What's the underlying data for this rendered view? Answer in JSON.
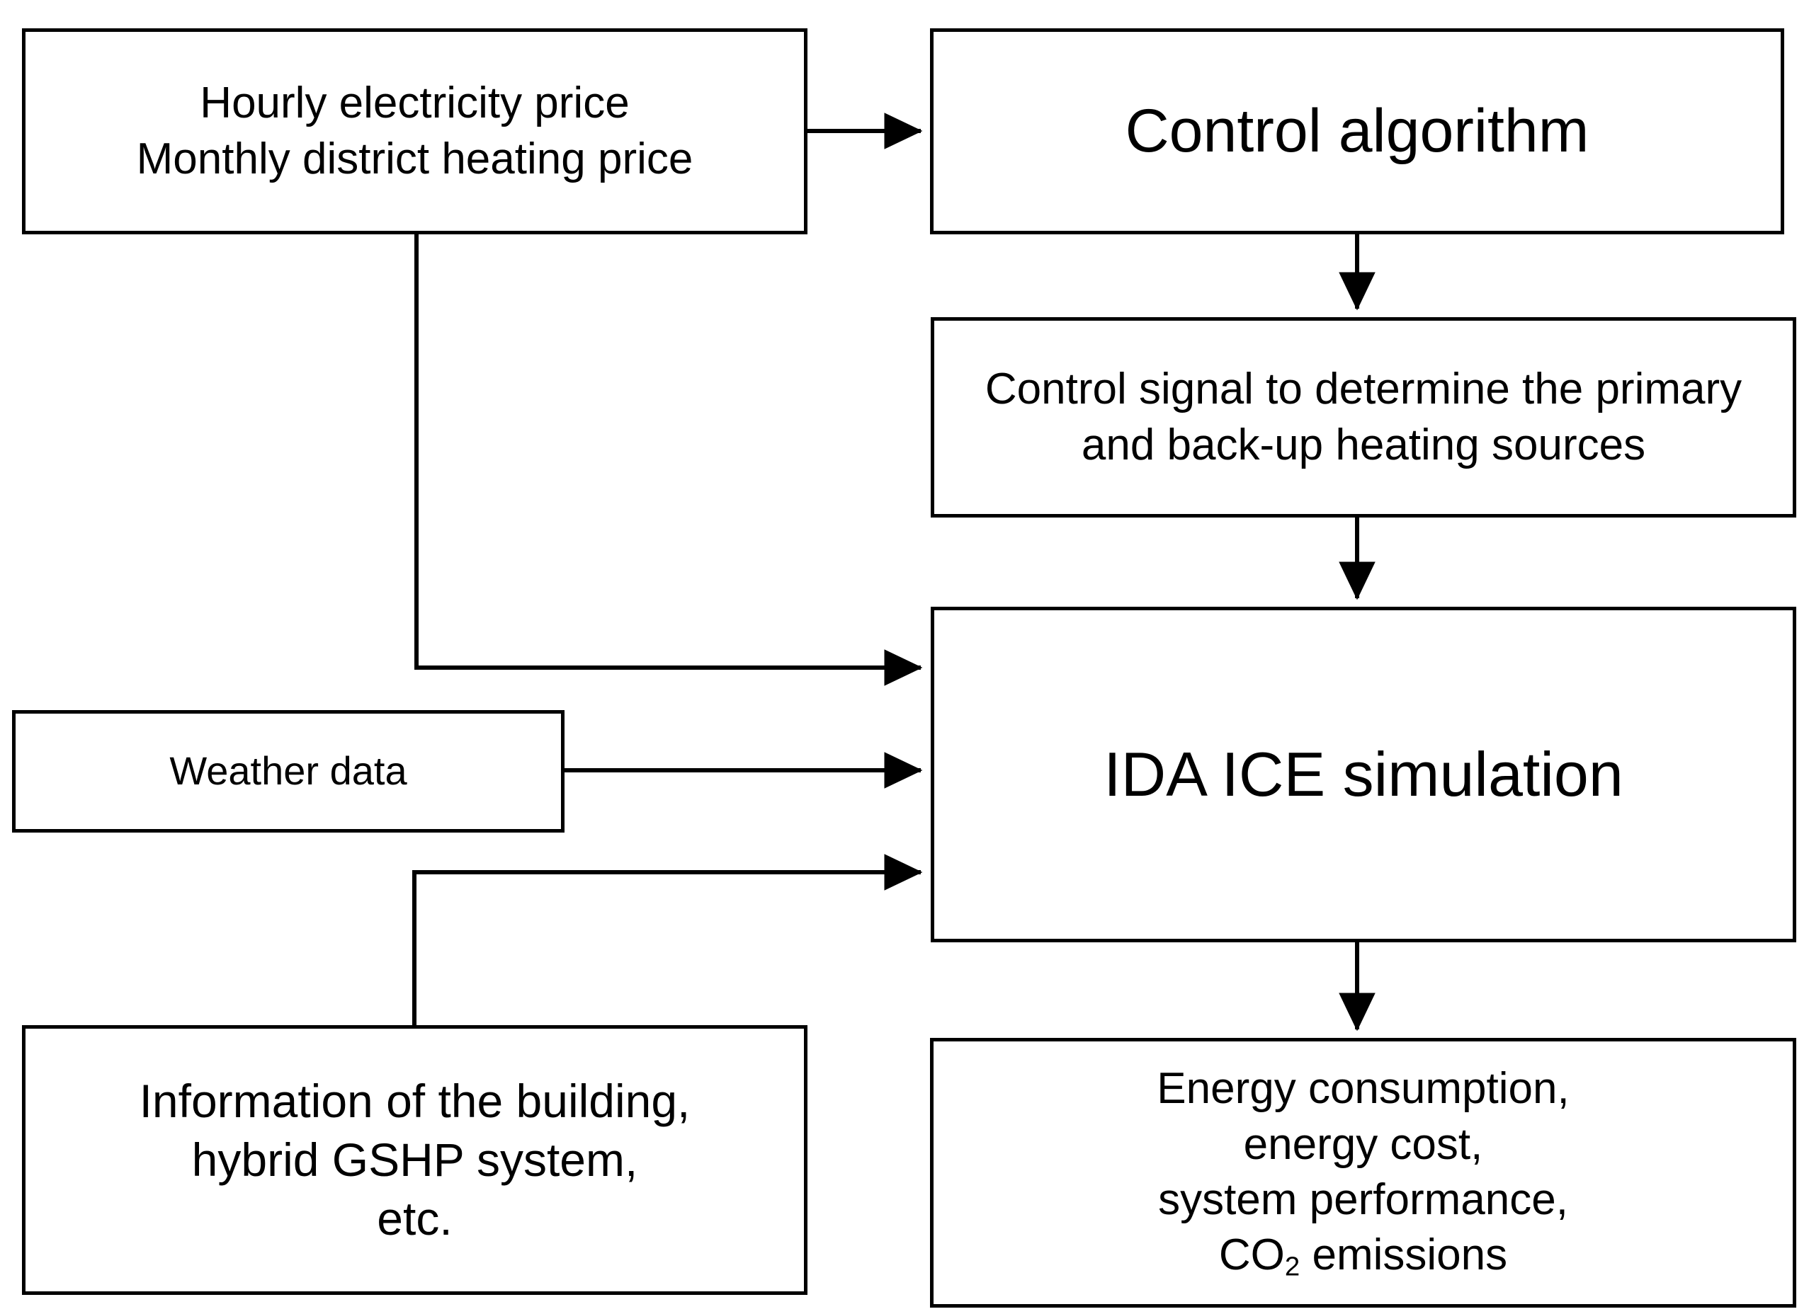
{
  "diagram": {
    "title": "Hybrid GSHP simulation framework flowchart",
    "line_color": "#000000",
    "fill_color": "#ffffff",
    "nodes": {
      "price": {
        "label": "Hourly electricity price\nMonthly district heating price",
        "line1": "Hourly electricity price",
        "line2": "Monthly district heating price"
      },
      "control_algorithm": {
        "label": "Control algorithm"
      },
      "control_signal": {
        "label": "Control signal to determine the primary and back-up heating sources"
      },
      "weather": {
        "label": "Weather data"
      },
      "ida_ice": {
        "label": "IDA ICE simulation"
      },
      "building_info": {
        "label": "Information of the building,\nhybrid GSHP system,\netc.",
        "line1": "Information of the building,",
        "line2": "hybrid GSHP system,",
        "line3": "etc."
      },
      "outputs": {
        "line1": "Energy consumption,",
        "line2": "energy cost,",
        "line3": "system performance,",
        "line4_pre": "CO",
        "line4_sub": "2",
        "line4_post": " emissions"
      }
    },
    "edges": [
      {
        "name": "price-to-control-algorithm",
        "from": "price",
        "to": "control_algorithm",
        "style": "straight-right"
      },
      {
        "name": "control-algorithm-to-control-signal",
        "from": "control_algorithm",
        "to": "control_signal",
        "style": "straight-down"
      },
      {
        "name": "control-signal-to-ida-ice",
        "from": "control_signal",
        "to": "ida_ice",
        "style": "straight-down"
      },
      {
        "name": "price-to-ida-ice",
        "from": "price",
        "to": "ida_ice",
        "style": "elbow-down-right"
      },
      {
        "name": "weather-to-ida-ice",
        "from": "weather",
        "to": "ida_ice",
        "style": "straight-right"
      },
      {
        "name": "building-info-to-ida-ice",
        "from": "building_info",
        "to": "ida_ice",
        "style": "elbow-up-right"
      },
      {
        "name": "ida-ice-to-outputs",
        "from": "ida_ice",
        "to": "outputs",
        "style": "straight-down"
      }
    ]
  }
}
